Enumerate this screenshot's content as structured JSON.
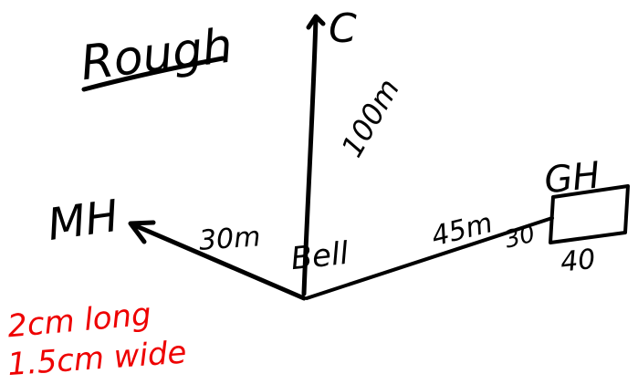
{
  "title": "Rough",
  "points": {
    "center": "Bell",
    "north": "C",
    "west": "MH",
    "east": "GH"
  },
  "distances": {
    "to_c": "100m",
    "to_mh": "30m",
    "to_gh": "45m"
  },
  "building": {
    "width_label": "40",
    "depth_label": "30"
  },
  "notes": {
    "line1": "2cm long",
    "line2": "1.5cm wide"
  },
  "colors": {
    "ink": "#000000",
    "note": "#ee0000"
  }
}
